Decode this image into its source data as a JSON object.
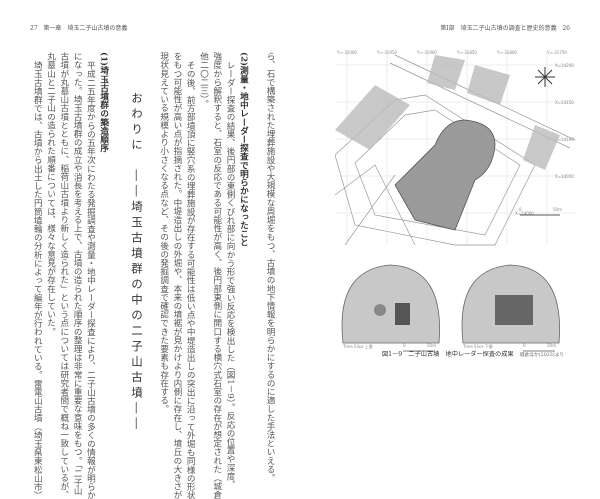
{
  "header": {
    "left_page_no": "27",
    "left_title": "第一章　埼玉二子山古墳の意義",
    "right_title": "第Ⅰ部　埼玉二子山古墳の調査と歴史的意義",
    "right_page_no": "26"
  },
  "body": {
    "lines": [
      "ら、石で構築された埋葬施設や大規模な周堀をもつ、古墳の地下情報を明らかにするのに適した手法といえる。",
      "",
      "(2)測量・地中レーダー探査で明らかになったこと",
      "レーダー探査の結果、後円部の東側くびれ部に向かう形で強い反応を検出した（図1－9）。反応の位置や深度、",
      "強度から解釈すると、石室の反応である可能性が高く、後円部東側に開口する横穴式石室の存在が想定された（城倉",
      "他二〇二三）。",
      "その後、前方部墳頂に竪穴系の埋葬施設が存在する可能性は低い点や中堤造出しの突出に沿って外堀も同様の形状",
      "をもつ可能性が高い点が指摘された。中堤造出しの外堀や、本来の墳裾が見かけより内側に存在し、墳丘の大きさが",
      "現状見えている規模より小さくなる点など、その後の発掘調査で確認できた要素も存在する。",
      "",
      "おわりに　――埼玉古墳群の中の二子山古墳――",
      "",
      "(1)埼玉古墳群の築造順序",
      "平成二五年度からの五年次にわたる発掘調査や測量・地中レーダー探査により、二子山古墳の多くの情報が明らか",
      "になった。埼玉古墳群の成立や消長を考える上で、古墳の造られた順序の整理は非常に重要な意味をもつ。「二子山",
      "古墳が丸墓山古墳とともに、稲荷山古墳より新しく造られた」という点については研究者間で概ね一致しているが、",
      "丸墓山と二子山の造られた順番については、様々な意見が存在していた。",
      "埼玉古墳群では、古墳から出土した円筒埴輪の分析によって編年が行われている。雷電山古墳（埼玉県東松山市）"
    ]
  },
  "figure": {
    "grid_y_labels": [
      "Y=-32000",
      "Y=-31950",
      "Y=-31900",
      "Y=-31850",
      "Y=-31800",
      "Y=-31750"
    ],
    "grid_x_labels": [
      "X=14200",
      "X=14150",
      "X=14100",
      "X=14050",
      "X=14000"
    ],
    "scale_main": [
      "0",
      "50m"
    ],
    "panel_left_label": "Time Slice 上層",
    "panel_right_label": "Time Slice 下層",
    "scale_small": [
      "0",
      "20m"
    ],
    "caption": "図1－9　二子山古墳　地中レーダー探査の成果",
    "caption_source": "城倉ほか(2023)より"
  }
}
